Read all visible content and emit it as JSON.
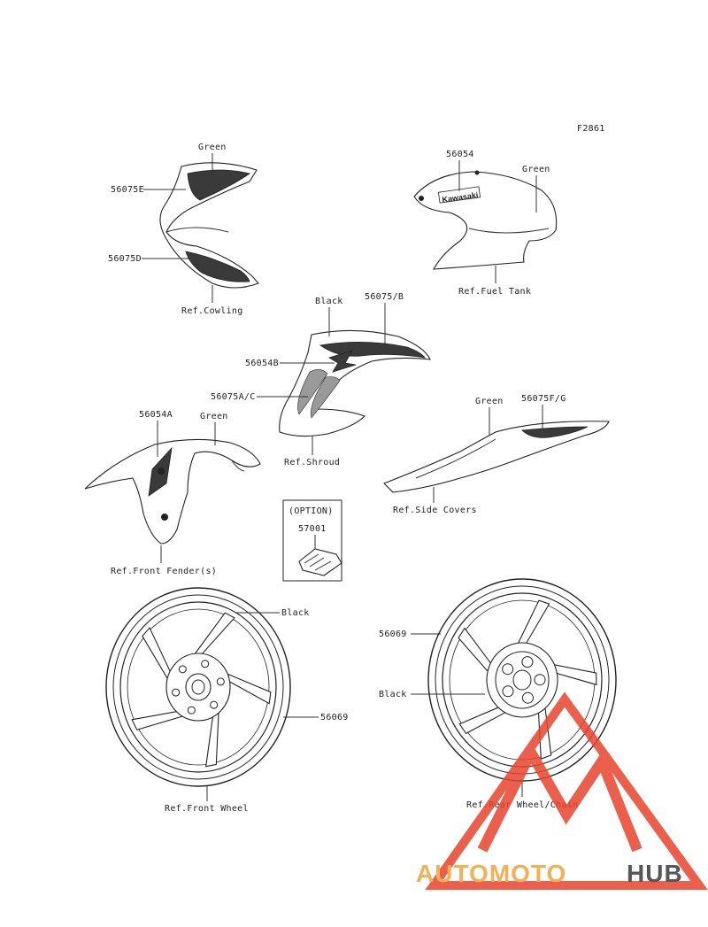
{
  "figure_code": "F2861",
  "labels": {
    "cowl_top_color": "Green",
    "cowl_top_part": "56075E",
    "cowl_bottom_part": "56075D",
    "cowl_ref": "Ref.Cowling",
    "tank_part": "56054",
    "tank_color": "Green",
    "tank_ref": "Ref.Fuel Tank",
    "shroud_color": "Black",
    "shroud_part_top": "56075/B",
    "shroud_part_mid": "56054B",
    "shroud_part_low": "56075A/C",
    "shroud_ref": "Ref.Shroud",
    "fender_part": "56054A",
    "fender_color": "Green",
    "fender_ref": "Ref.Front Fender(s)",
    "side_color": "Green",
    "side_part": "56075F/G",
    "side_ref": "Ref.Side Covers",
    "option_title": "(OPTION)",
    "option_part": "57001",
    "front_wheel_color": "Black",
    "front_wheel_part": "56069",
    "front_wheel_ref": "Ref.Front Wheel",
    "rear_wheel_part": "56069",
    "rear_wheel_color": "Black",
    "rear_wheel_ref": "Ref.Rear Wheel/Chain",
    "tank_decal_text": "Kawasaki"
  },
  "watermark": {
    "text_part1": "AUTOMOTO",
    "text_part2": "HUB",
    "color_primary": "#e8442e",
    "color_secondary": "#f3a33a",
    "color_dark": "#3a3a3a"
  }
}
